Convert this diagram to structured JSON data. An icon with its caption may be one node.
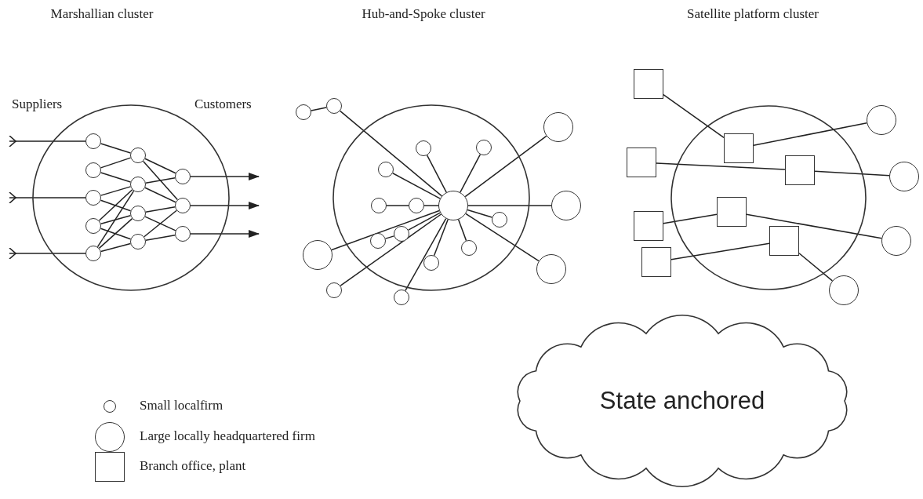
{
  "diagram": {
    "nodes": [
      {
        "text": [],
        "shape": "circle"
      },
      {
        "text": [],
        "shape": "circle",
        "in": 0
      },
      {
        "text": [],
        "shape": "circle",
        "in": 0
      },
      {
        "text": [],
        "shape": "circle",
        "in": 0
      },
      {
        "text": [],
        "shape": "circle",
        "in": 0
      },
      {
        "text": [],
        "shape": "circle",
        "in": 0
      },
      {
        "text": [],
        "shape": "circle",
        "in": 0
      },
      {
        "text": [],
        "shape": "circle",
        "in": 0
      },
      {
        "text": [],
        "shape": "circle",
        "in": 0
      },
      {
        "text": [],
        "shape": "circle",
        "in": 0
      },
      {
        "text": [],
        "shape": "circle",
        "in": 0
      },
      {
        "text": [],
        "shape": "circle",
        "in": 0
      },
      {
        "text": [],
        "shape": "circle",
        "in": 0
      },
      {
        "text": [],
        "shape": "circle"
      },
      {
        "text": [],
        "shape": "circle"
      },
      {
        "text": [],
        "shape": "circle"
      },
      {
        "text": [],
        "shape": "circle"
      },
      {
        "text": [],
        "shape": "circle",
        "in": 13
      },
      {
        "text": [],
        "shape": "circle",
        "in": 13
      },
      {
        "text": [],
        "shape": "circle",
        "in": 13
      },
      {
        "text": [],
        "shape": "circle",
        "in": 13
      },
      {
        "text": [],
        "shape": "circle",
        "in": 13
      },
      {
        "text": [],
        "shape": "circle",
        "in": 13
      },
      {
        "text": [],
        "shape": "circle"
      },
      {
        "text": [],
        "shape": "circle",
        "in": 13
      },
      {
        "text": [],
        "shape": "circle",
        "in": 13
      },
      {
        "text": [],
        "shape": "circle",
        "in": 13
      },
      {
        "text": [],
        "shape": "circle",
        "in": 13
      },
      {
        "text": [],
        "shape": "circle"
      },
      {
        "text": [],
        "shape": "circle",
        "in": 13
      },
      {
        "text": [],
        "shape": "circle"
      },
      {
        "text": [],
        "shape": "circle"
      },
      {
        "text": [],
        "shape": "circle"
      },
      {
        "text": [],
        "shape": "circle"
      },
      {
        "text": [],
        "shape": "box"
      },
      {
        "text": [],
        "shape": "circle"
      },
      {
        "text": [],
        "shape": "box",
        "in": 33
      },
      {
        "text": [],
        "shape": "box"
      },
      {
        "text": [],
        "shape": "box",
        "in": 33
      },
      {
        "text": [],
        "shape": "circle"
      },
      {
        "text": [],
        "shape": "box",
        "in": 33
      },
      {
        "text": [],
        "shape": "box"
      },
      {
        "text": [],
        "shape": "circle"
      },
      {
        "text": [],
        "shape": "box",
        "in": 33
      },
      {
        "text": [],
        "shape": "box"
      },
      {
        "text": [],
        "shape": "circle"
      },
      {
        "text": [
          "State anchored"
        ]
      }
    ],
    "edges": [
      {
        "from": null,
        "to": 1,
        "arrow": "other"
      },
      {
        "from": null,
        "to": 3,
        "arrow": "other"
      },
      {
        "from": null,
        "to": 5,
        "arrow": "other"
      },
      {
        "from": 1,
        "to": 6,
        "arrow": "none"
      },
      {
        "from": 2,
        "to": 6,
        "arrow": "none"
      },
      {
        "from": 2,
        "to": 7,
        "arrow": "none"
      },
      {
        "from": 3,
        "to": 7,
        "arrow": "none"
      },
      {
        "from": 3,
        "to": 8,
        "arrow": "none"
      },
      {
        "from": 4,
        "to": 7,
        "arrow": "none"
      },
      {
        "from": 4,
        "to": 8,
        "arrow": "none"
      },
      {
        "from": 4,
        "to": 9,
        "arrow": "none"
      },
      {
        "from": 5,
        "to": 7,
        "arrow": "none"
      },
      {
        "from": 5,
        "to": 8,
        "arrow": "none"
      },
      {
        "from": 5,
        "to": 9,
        "arrow": "none"
      },
      {
        "from": 6,
        "to": 10,
        "arrow": "none"
      },
      {
        "from": 6,
        "to": 11,
        "arrow": "none"
      },
      {
        "from": 7,
        "to": 10,
        "arrow": "none"
      },
      {
        "from": 7,
        "to": 11,
        "arrow": "none"
      },
      {
        "from": 8,
        "to": 11,
        "arrow": "none"
      },
      {
        "from": 8,
        "to": 12,
        "arrow": "none"
      },
      {
        "from": 9,
        "to": 11,
        "arrow": "none"
      },
      {
        "from": 9,
        "to": 12,
        "arrow": "none"
      },
      {
        "from": 10,
        "to": null,
        "arrow": "to"
      },
      {
        "from": 11,
        "to": null,
        "arrow": "to"
      },
      {
        "from": 12,
        "to": null,
        "arrow": "to"
      },
      {
        "from": 14,
        "to": 15,
        "arrow": "none"
      },
      {
        "from": 15,
        "to": 22,
        "arrow": "none"
      },
      {
        "from": 16,
        "to": 22,
        "arrow": "none"
      },
      {
        "from": 17,
        "to": 22,
        "arrow": "none"
      },
      {
        "from": 18,
        "to": 22,
        "arrow": "none"
      },
      {
        "from": 19,
        "to": 22,
        "arrow": "none"
      },
      {
        "from": 20,
        "to": 21,
        "arrow": "none"
      },
      {
        "from": 21,
        "to": 22,
        "arrow": "none"
      },
      {
        "from": 23,
        "to": 22,
        "arrow": "none"
      },
      {
        "from": 24,
        "to": 22,
        "arrow": "none"
      },
      {
        "from": 26,
        "to": 25,
        "arrow": "none"
      },
      {
        "from": 25,
        "to": 22,
        "arrow": "none"
      },
      {
        "from": 27,
        "to": 22,
        "arrow": "none"
      },
      {
        "from": 28,
        "to": 22,
        "arrow": "none"
      },
      {
        "from": 29,
        "to": 22,
        "arrow": "none"
      },
      {
        "from": 30,
        "to": 22,
        "arrow": "none"
      },
      {
        "from": 31,
        "to": 22,
        "arrow": "none"
      },
      {
        "from": 32,
        "to": 22,
        "arrow": "none"
      },
      {
        "from": 34,
        "to": 36,
        "arrow": "none"
      },
      {
        "from": 36,
        "to": 35,
        "arrow": "none"
      },
      {
        "from": 37,
        "to": 38,
        "arrow": "none"
      },
      {
        "from": 38,
        "to": 39,
        "arrow": "none"
      },
      {
        "from": 41,
        "to": 40,
        "arrow": "none"
      },
      {
        "from": 40,
        "to": 42,
        "arrow": "none"
      },
      {
        "from": 44,
        "to": 43,
        "arrow": "none"
      },
      {
        "from": 43,
        "to": 45,
        "arrow": "none"
      }
    ],
    "labels": [
      "Marshallian cluster",
      "Hub-and-Spoke cluster",
      "Satellite platform cluster",
      "Suppliers",
      "Customers"
    ],
    "legend": [
      {
        "text": "Small localfirm"
      },
      {
        "text": "Large locally headquartered firm"
      },
      {
        "text": "Branch office, plant"
      }
    ]
  }
}
